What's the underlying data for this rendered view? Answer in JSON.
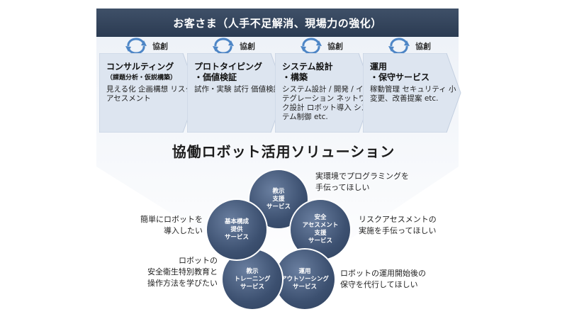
{
  "banner": "お客さま（人手不足解消、現場力の強化）",
  "cycle_label": "協創",
  "phases": [
    {
      "title": "コンサルティング",
      "subtitle": "（課題分析・仮説構築）",
      "items": "見える化\n企画構想\nリスクアセスメント"
    },
    {
      "title": "プロトタイピング\n・価値検証",
      "subtitle": "",
      "items": "試作・実験\n試行\n価値検証"
    },
    {
      "title": "システム設計\n・構築",
      "subtitle": "",
      "items": "システム設計 / 開発\n/ インテグレーション\nネットワーク設計\nロボット導入\nシステム制御 etc."
    },
    {
      "title": "運用\n・保守サービス",
      "subtitle": "",
      "items": "稼動管理\nセキュリティ\n小変更、改善提案\netc."
    }
  ],
  "main_title": "協働ロボット活用ソリューション",
  "services": [
    {
      "label": "教示\n支援\nサービス"
    },
    {
      "label": "安全\nアセスメント\n支援\nサービス"
    },
    {
      "label": "運用\nアウトソーシング\nサービス"
    },
    {
      "label": "教示\nトレーニング\nサービス"
    },
    {
      "label": "基本構成\n提供\nサービス"
    }
  ],
  "needs": [
    {
      "text": "実環境でプログラミングを\n手伝ってほしい"
    },
    {
      "text": "リスクアセスメントの\n実施を手伝ってほしい"
    },
    {
      "text": "ロボットの運用開始後の\n保守を代行してほしい"
    },
    {
      "text": "ロボットの\n安全衛生特別教育と\n操作方法を学びたい"
    },
    {
      "text": "簡単にロボットを\n導入したい"
    }
  ],
  "colors": {
    "banner": "#2f3f56",
    "circle": "#3c5070",
    "phase_fill": "#dfe6f0",
    "funnel": "#e6ecf5",
    "cycle_icon": "#4e86c6"
  }
}
